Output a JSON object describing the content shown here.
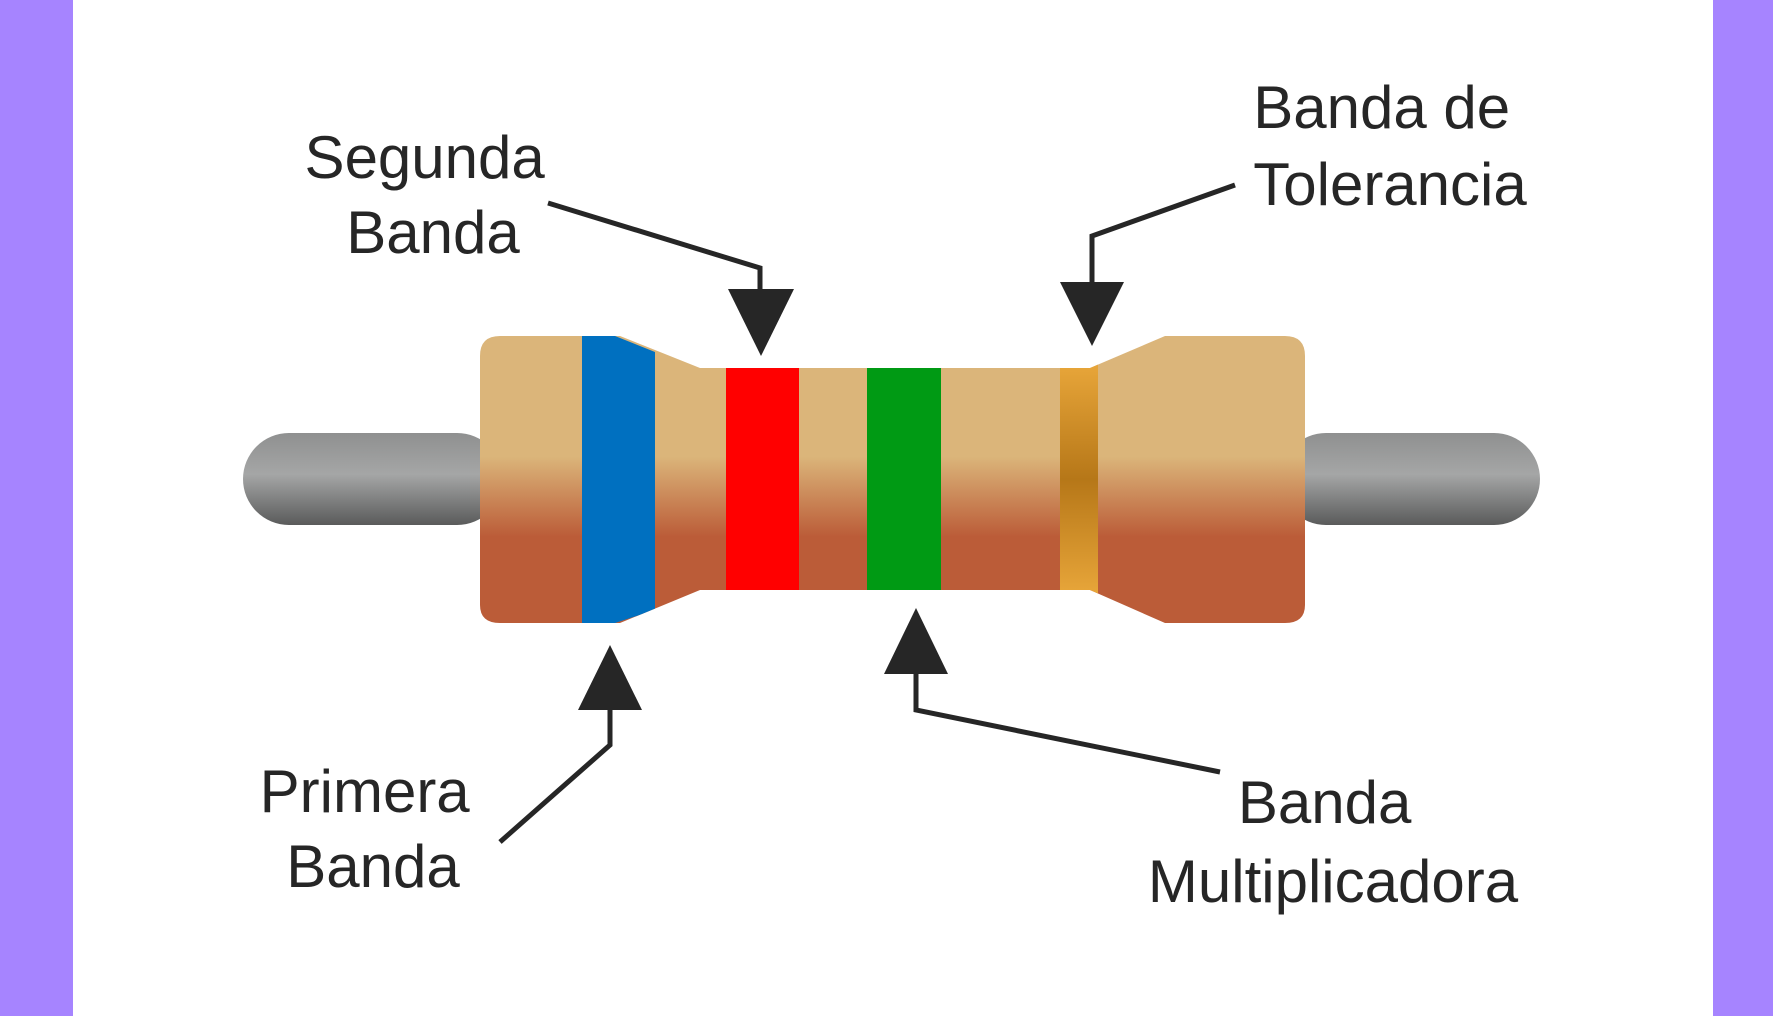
{
  "colors": {
    "side_bar": "#a684ff",
    "panel": "#ffffff",
    "lead_wire": "#8f9090",
    "body_top": "#dbb57a",
    "body_bottom": "#bb5c38",
    "band_first": "#0070c0",
    "band_second": "#ff0000",
    "band_multiplier": "#009a14",
    "band_tolerance": "#d4952a",
    "arrow": "#262626"
  },
  "labels": {
    "segunda": [
      "Segunda",
      "Banda"
    ],
    "tolerancia": [
      "Banda de",
      "Tolerancia"
    ],
    "primera": [
      "Primera",
      "Banda"
    ],
    "multiplicadora": [
      "Banda",
      "Multiplicadora"
    ]
  }
}
